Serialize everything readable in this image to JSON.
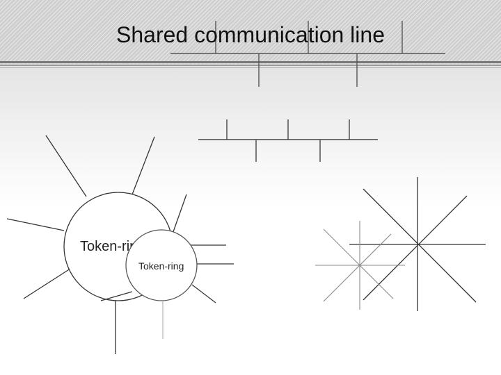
{
  "slide": {
    "title": "Shared communication line"
  },
  "diagrams": {
    "ring_large_label": "Token-ring",
    "ring_small_label": "Token-ring"
  },
  "colors": {
    "band": "#cfcfcf",
    "line": "#333333",
    "faint_line": "#aaaaaa",
    "background": "#ffffff"
  }
}
